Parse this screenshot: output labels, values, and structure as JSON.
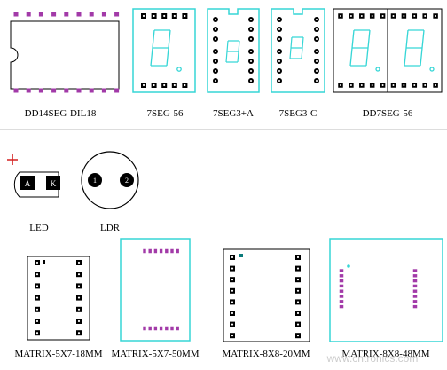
{
  "labels": {
    "dil": "DD14SEG-DIL18",
    "seg56": "7SEG-56",
    "seg3a": "7SEG3+A",
    "seg3c": "7SEG3-C",
    "dd7seg": "DD7SEG-56",
    "led": "LED",
    "ldr": "LDR",
    "m5x7_18": "MATRIX-5X7-18MM",
    "m5x7_50": "MATRIX-5X7-50MM",
    "m8x8_20": "MATRIX-8X8-20MM",
    "m8x8_48": "MATRIX-8X8-48MM"
  },
  "pin_text": {
    "led_anode": "A",
    "led_cathode": "K",
    "ldr_pin1": "1",
    "ldr_pin2": "2"
  },
  "watermark": "www.cntronics.com",
  "colors": {
    "outline": "#000000",
    "cyan_outline": "#36d6d6",
    "magenta_pad": "#a23aa8",
    "polarity_plus": "#d42020",
    "divider": "#bbbbbb",
    "watermark": "#cccccc"
  }
}
